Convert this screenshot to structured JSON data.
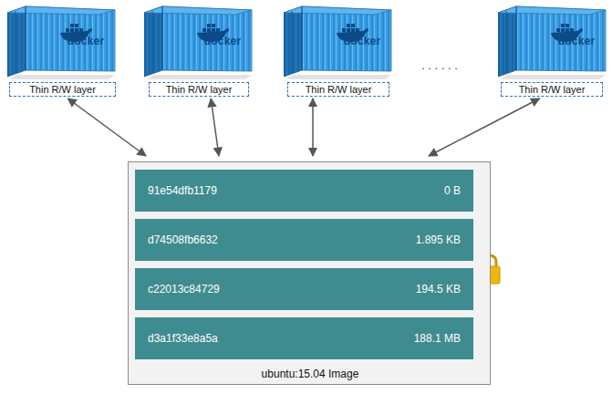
{
  "diagram": {
    "nodes": [
      {
        "text": [
          "Thin R/W layer"
        ]
      },
      {
        "text": [
          "Thin R/W layer"
        ]
      },
      {
        "text": [
          "Thin R/W layer"
        ]
      },
      {
        "text": [
          "Thin R/W layer"
        ]
      },
      {
        "text": [
          "ubuntu:15.04 Image"
        ]
      },
      {
        "text": [
          "91e54dfb1179",
          "0 B"
        ],
        "in": 4
      },
      {
        "text": [
          "d74508fb6632",
          "1.895 KB"
        ],
        "in": 4
      },
      {
        "text": [
          "c22013c84729",
          "194.5 KB"
        ],
        "in": 4
      },
      {
        "text": [
          "d3a1f33e8a5a",
          "188.1 MB"
        ],
        "in": 4
      }
    ],
    "edges": [
      {
        "from": 0,
        "to": 4,
        "arrow": "both"
      },
      {
        "from": 1,
        "to": 4,
        "arrow": "both"
      },
      {
        "from": 2,
        "to": 4,
        "arrow": "both"
      },
      {
        "from": 3,
        "to": 4,
        "arrow": "both"
      }
    ],
    "labels": [
      "docker",
      "docker",
      "docker",
      "docker",
      ". . . . . ."
    ]
  }
}
